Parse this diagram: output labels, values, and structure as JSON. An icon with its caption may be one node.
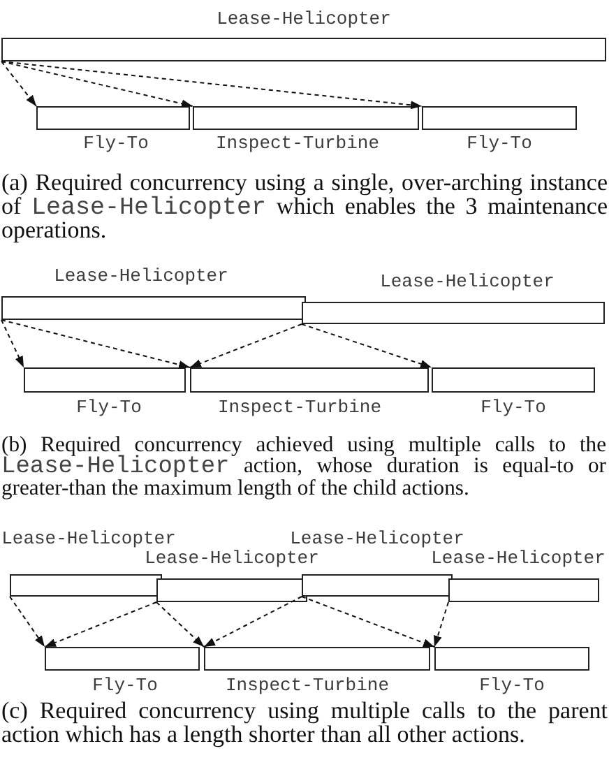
{
  "diagram": {
    "nodes": [
      {
        "text": [
          "Lease-Helicopter"
        ]
      },
      {
        "text": [
          "Fly-To"
        ]
      },
      {
        "text": [
          "Inspect-Turbine"
        ]
      },
      {
        "text": [
          "Fly-To"
        ]
      },
      {
        "text": [
          "Lease-Helicopter"
        ]
      },
      {
        "text": [
          "Lease-Helicopter"
        ]
      },
      {
        "text": [
          "Fly-To"
        ]
      },
      {
        "text": [
          "Inspect-Turbine"
        ]
      },
      {
        "text": [
          "Fly-To"
        ]
      },
      {
        "text": [
          "Lease-Helicopter"
        ]
      },
      {
        "text": [
          "Lease-Helicopter"
        ]
      },
      {
        "text": [
          "Lease-Helicopter"
        ]
      },
      {
        "text": [
          "Lease-Helicopter"
        ]
      },
      {
        "text": [
          "Fly-To"
        ]
      },
      {
        "text": [
          "Inspect-Turbine"
        ]
      },
      {
        "text": [
          "Fly-To"
        ]
      }
    ],
    "edges": [
      {
        "from": 0,
        "to": 1,
        "arrow": "to",
        "style": "dashed"
      },
      {
        "from": 0,
        "to": 2,
        "arrow": "to",
        "style": "dashed"
      },
      {
        "from": 0,
        "to": 3,
        "arrow": "to",
        "style": "dashed"
      },
      {
        "from": 4,
        "to": 6,
        "arrow": "to",
        "style": "dashed"
      },
      {
        "from": 4,
        "to": 7,
        "arrow": "to",
        "style": "dashed"
      },
      {
        "from": 5,
        "to": 7,
        "arrow": "to",
        "style": "dashed"
      },
      {
        "from": 5,
        "to": 8,
        "arrow": "to",
        "style": "dashed"
      },
      {
        "from": 9,
        "to": 13,
        "arrow": "to",
        "style": "dashed"
      },
      {
        "from": 10,
        "to": 13,
        "arrow": "to",
        "style": "dashed"
      },
      {
        "from": 10,
        "to": 14,
        "arrow": "to",
        "style": "dashed"
      },
      {
        "from": 11,
        "to": 14,
        "arrow": "to",
        "style": "dashed"
      },
      {
        "from": 11,
        "to": 15,
        "arrow": "to",
        "style": "dashed"
      },
      {
        "from": 12,
        "to": 15,
        "arrow": "to",
        "style": "dashed"
      }
    ],
    "labels": [
      "(a) Required concurrency using a single, over-arching instance of",
      "Lease-Helicopter",
      "which enables the 3 maintenance operations.",
      "(b) Required concurrency achieved using multiple calls to the",
      "Lease-Helicopter",
      "action, whose duration is equal-to or greater-than the maximum length of the child actions.",
      "(c) Required concurrency using multiple calls to the parent action which has a length shorter than all other actions."
    ]
  }
}
